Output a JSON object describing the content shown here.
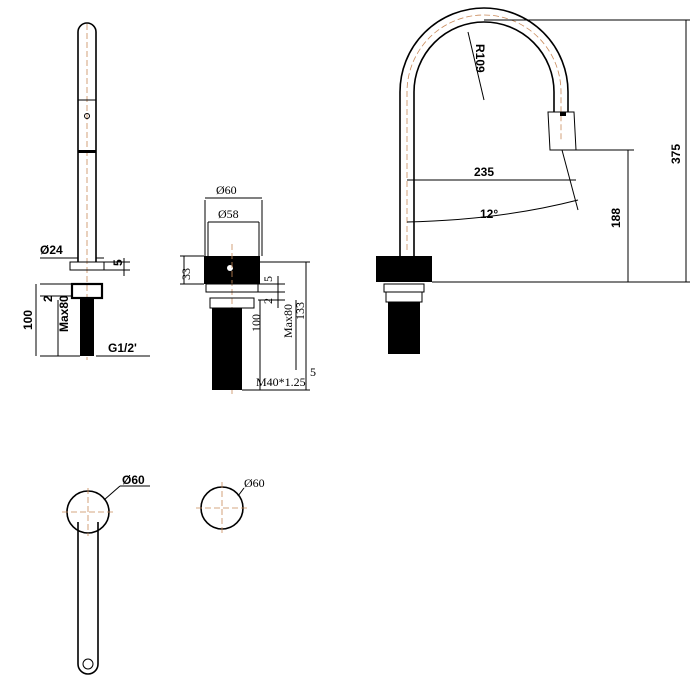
{
  "labels": {
    "side_dia": "Ø24",
    "side_nut": "5",
    "side_gap": "2",
    "side_max": "Max80",
    "side_len": "100",
    "side_thread": "G1/2'",
    "base_d60": "Ø60",
    "base_d58": "Ø58",
    "base_h33": "33",
    "base_5": "5",
    "base_2": "2",
    "base_100": "100",
    "base_max": "Max80",
    "base_133": "133",
    "base_thread": "M40*1.25",
    "base_edge": "5",
    "front_r": "R109",
    "front_reach": "235",
    "front_angle": "12°",
    "front_188": "188",
    "front_375": "375",
    "top_d60": "Ø60",
    "top2_d60": "Ø60"
  }
}
